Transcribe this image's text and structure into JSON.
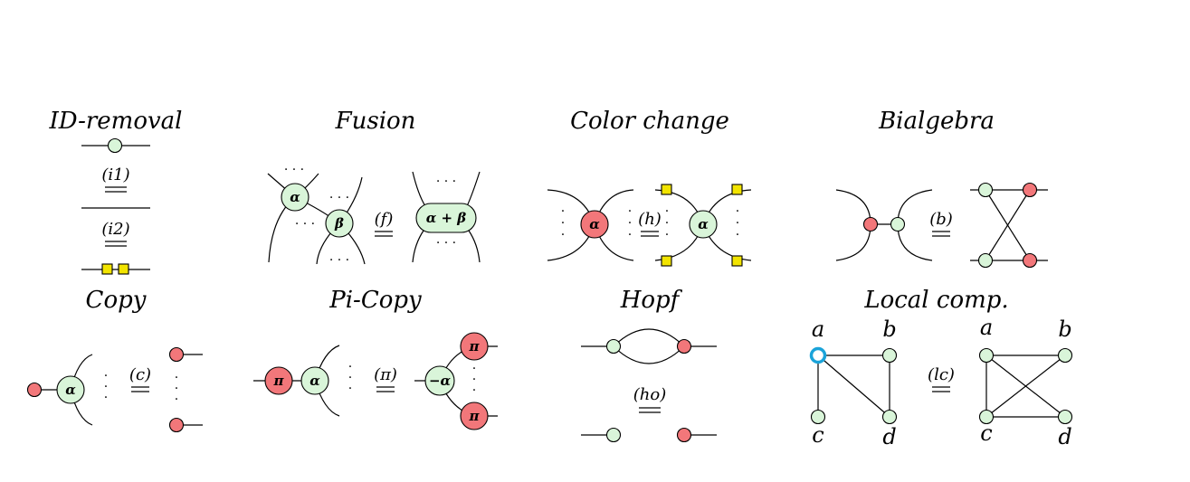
{
  "colors": {
    "green_spider": "#d9f5d9",
    "red_spider": "#f2777a",
    "hadamard_box": "#f2e400",
    "local_comp_highlight": "#1aa3d9"
  },
  "rules": {
    "id_removal": {
      "title": "ID-removal",
      "label1": "(i1)",
      "label2": "(i2)"
    },
    "fusion": {
      "title": "Fusion",
      "label": "(f)",
      "alpha": "α",
      "beta": "β",
      "sum": "α + β"
    },
    "color_change": {
      "title": "Color change",
      "label": "(h)",
      "alpha": "α"
    },
    "bialgebra": {
      "title": "Bialgebra",
      "label": "(b)"
    },
    "copy": {
      "title": "Copy",
      "label": "(c)",
      "alpha": "α"
    },
    "pi_copy": {
      "title": "Pi-Copy",
      "label": "(π)",
      "pi": "π",
      "alpha": "α",
      "neg_alpha": "−α"
    },
    "hopf": {
      "title": "Hopf",
      "label": "(ho)"
    },
    "local_comp": {
      "title": "Local comp.",
      "label": "(lc)",
      "a": "a",
      "b": "b",
      "c": "c",
      "d": "d"
    }
  }
}
